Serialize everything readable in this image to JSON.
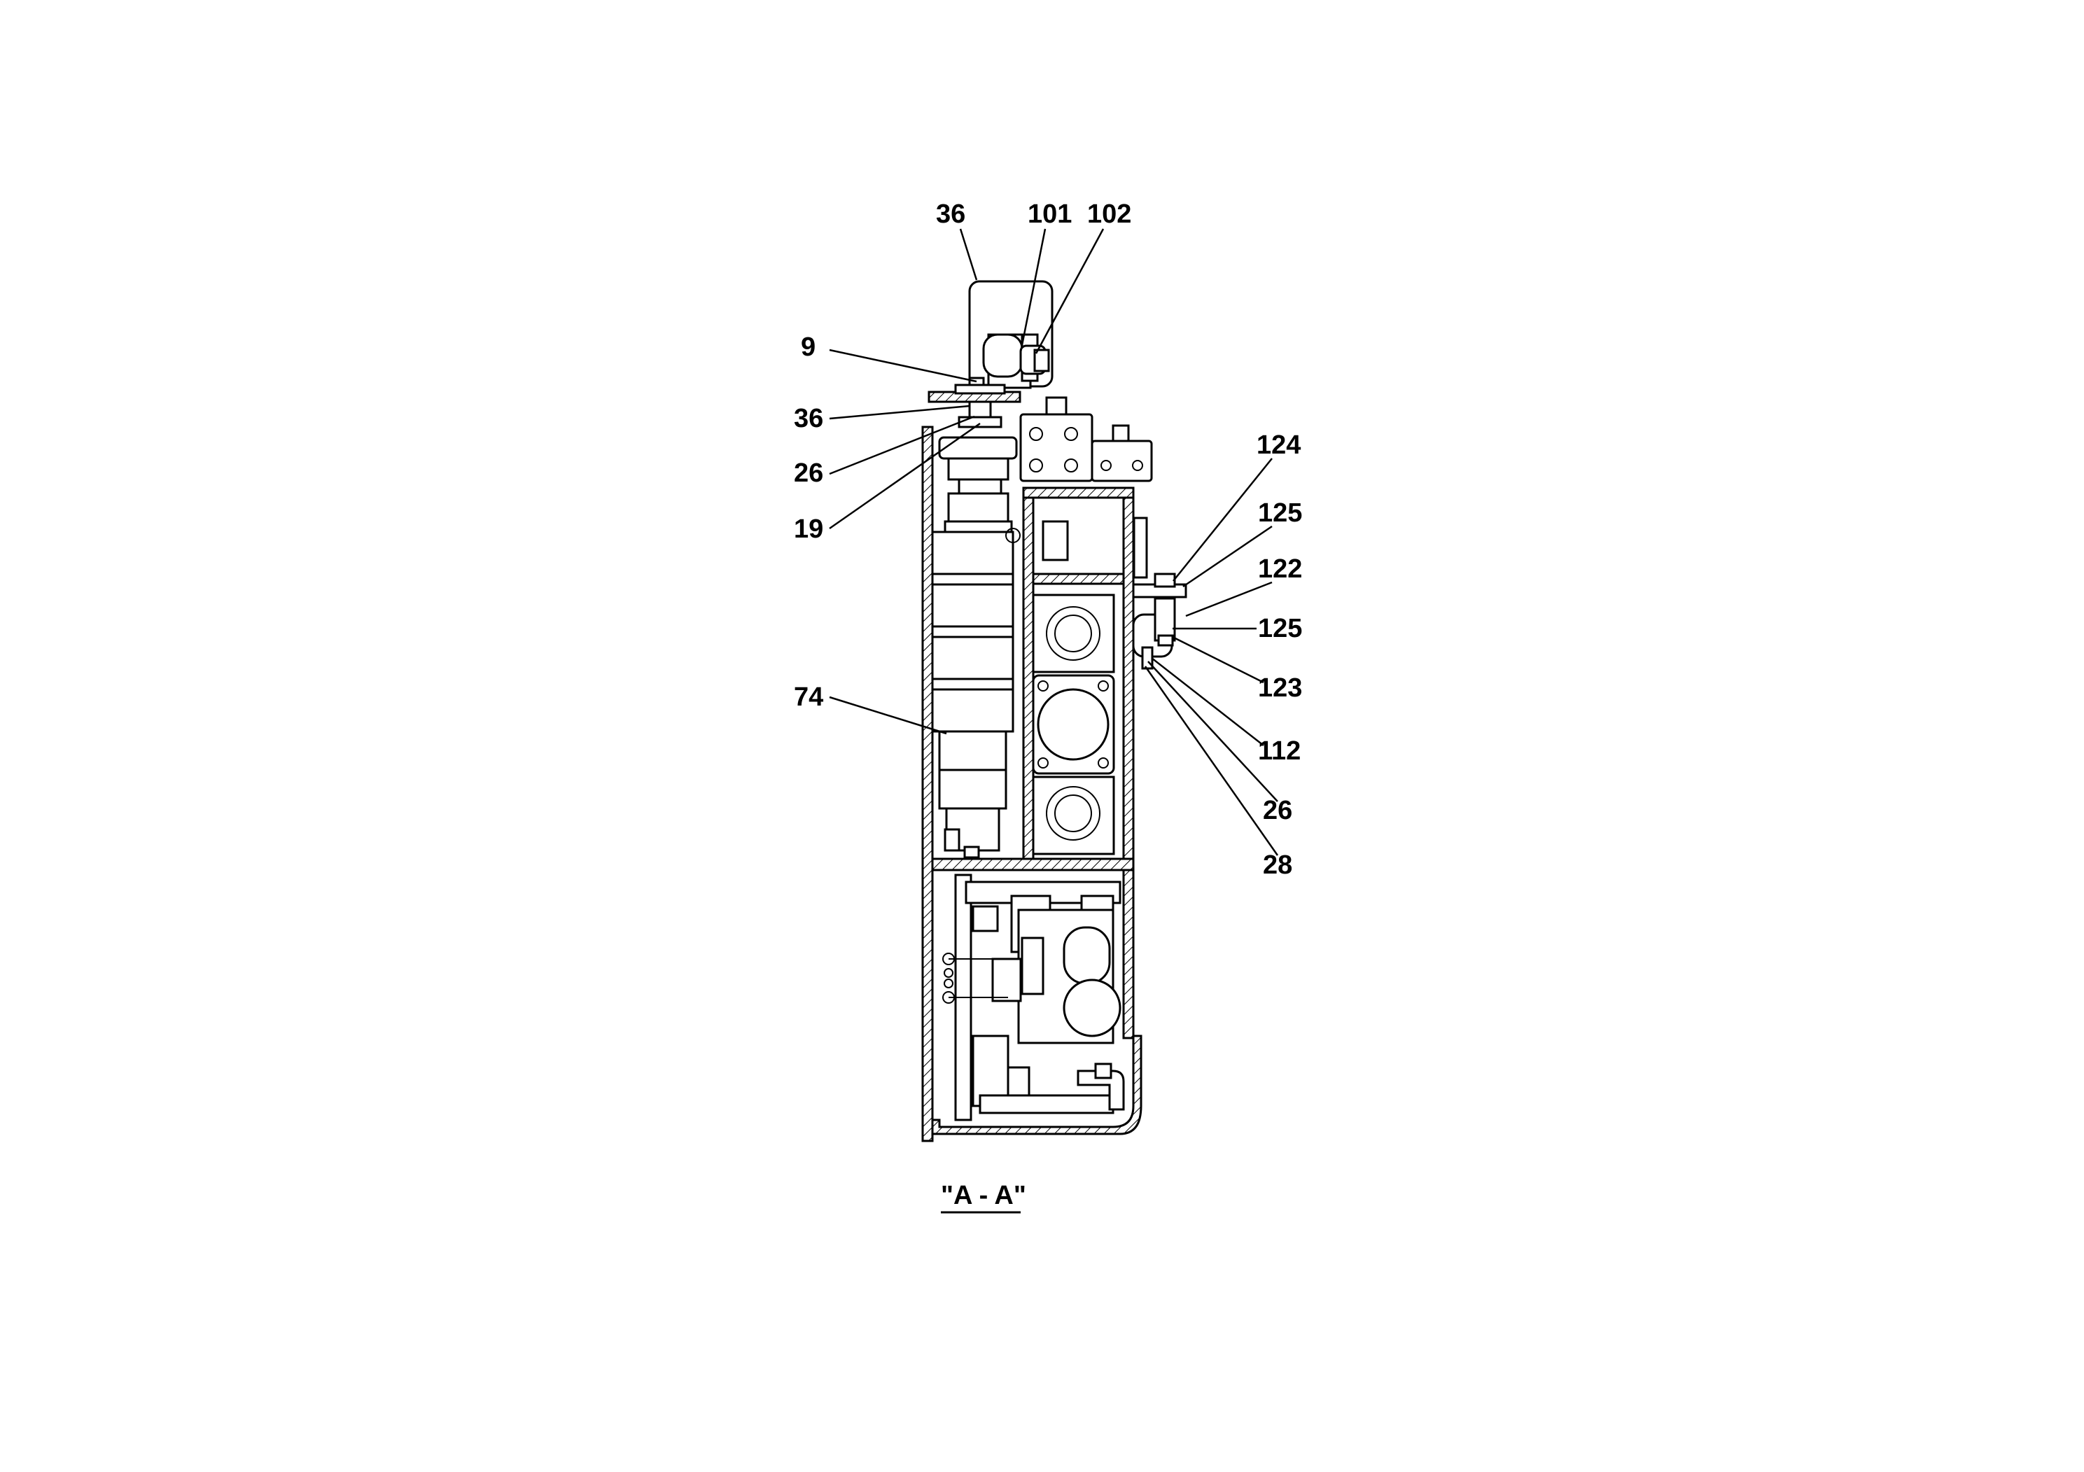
{
  "section_label": "\"A - A\"",
  "callouts": {
    "c36_top": "36",
    "c101": "101",
    "c102": "102",
    "c9": "9",
    "c36_mid": "36",
    "c26_left": "26",
    "c19": "19",
    "c74": "74",
    "c124": "124",
    "c125_top": "125",
    "c122": "122",
    "c125_mid": "125",
    "c123": "123",
    "c112": "112",
    "c26_right": "26",
    "c28": "28"
  }
}
